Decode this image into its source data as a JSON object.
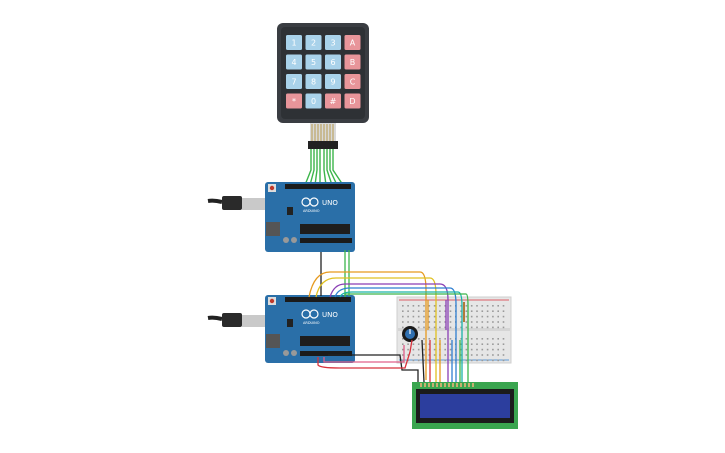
{
  "keypad": {
    "keys": [
      [
        "1",
        "2",
        "3",
        "A"
      ],
      [
        "4",
        "5",
        "6",
        "B"
      ],
      [
        "7",
        "8",
        "9",
        "C"
      ],
      [
        "*",
        "0",
        "#",
        "D"
      ]
    ],
    "colors": {
      "frame": "#3a3d42",
      "digit_key": "#a9d2ea",
      "letter_key": "#e8959a",
      "key_text": "#ffffff"
    }
  },
  "boards": [
    {
      "id": "uno-top",
      "logo_text": "UNO",
      "brand_text": "ARDUINO"
    },
    {
      "id": "uno-bottom",
      "logo_text": "UNO",
      "brand_text": "ARDUINO"
    }
  ],
  "colors": {
    "board": "#2a6fa8",
    "board_dark": "#1f5a8c",
    "lcd_frame": "#3aa54f",
    "lcd_screen": "#2c3e9e",
    "breadboard": "#e6e6e6",
    "wire_green": "#3cb54a",
    "wire_orange": "#e69a1e",
    "wire_purple": "#8a3fb5",
    "wire_blue": "#2f7fd1",
    "wire_yellow": "#e0c020",
    "wire_teal": "#1ab3a8",
    "wire_black": "#222222",
    "wire_red": "#d8323c",
    "wire_pink": "#e0608a"
  }
}
